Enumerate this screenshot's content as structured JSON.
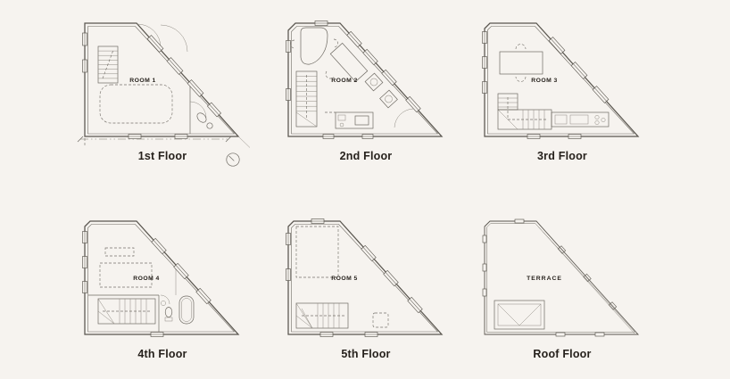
{
  "page": {
    "title": "Triangular house floor plans",
    "background": "#f6f3ef",
    "line_color": "#5a564f",
    "text_color": "#26211c"
  },
  "floors": [
    {
      "id": "1st",
      "label": "1st Floor",
      "room": "ROOM 1"
    },
    {
      "id": "2nd",
      "label": "2nd Floor",
      "room": "ROOM 2"
    },
    {
      "id": "3rd",
      "label": "3rd Floor",
      "room": "ROOM 3"
    },
    {
      "id": "4th",
      "label": "4th Floor",
      "room": "ROOM 4"
    },
    {
      "id": "5th",
      "label": "5th Floor",
      "room": "ROOM 5"
    },
    {
      "id": "roof",
      "label": "Roof Floor",
      "room": "TERRACE"
    }
  ],
  "icons": {
    "north_indicator": "north-direction-dial"
  }
}
